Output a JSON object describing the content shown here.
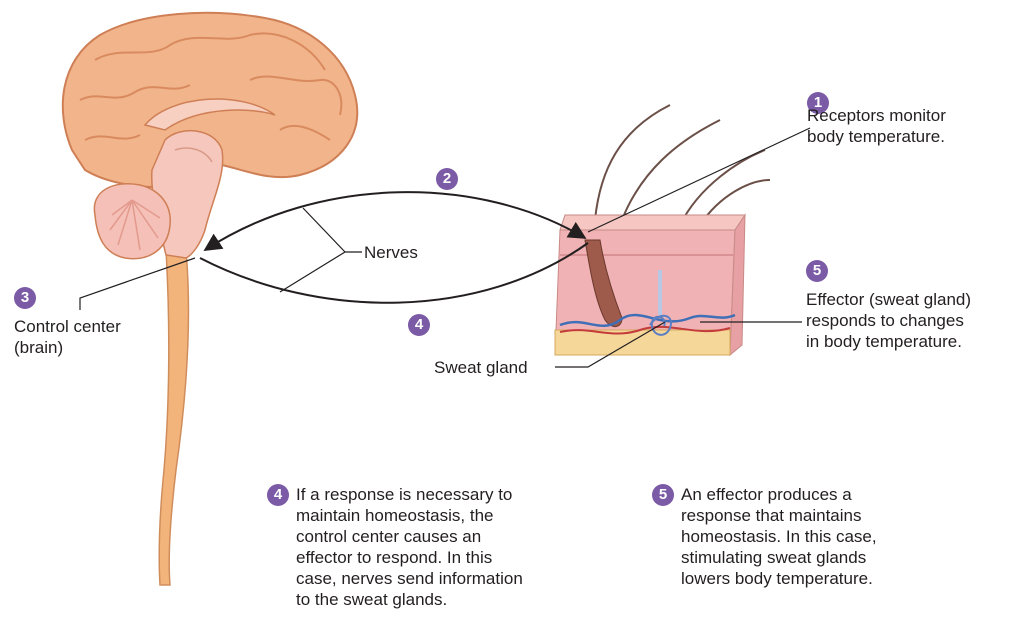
{
  "colors": {
    "badge": "#7b5aa6",
    "text": "#231f20",
    "brain": "#f2b48a",
    "brainstem": "#f6c7bc",
    "spinal_cord": "#f3b47c",
    "skin": "#f0b2b4"
  },
  "steps": {
    "s1": {
      "num": "1",
      "text": "Receptors monitor\nbody temperature."
    },
    "s2": {
      "num": "2"
    },
    "s3": {
      "num": "3",
      "text": "Control center\n(brain)"
    },
    "s4": {
      "num": "4",
      "text": "If a response is necessary to\nmaintain homeostasis, the\ncontrol center causes an\neffector to respond. In this\ncase, nerves send information\nto the sweat glands."
    },
    "s4_arrow": {
      "num": "4"
    },
    "s5": {
      "num": "5",
      "text": "Effector (sweat gland)\nresponds to changes\nin body temperature."
    },
    "s5_para": {
      "num": "5",
      "text": "An effector produces a\nresponse that maintains\nhomeostasis. In this case,\nstimulating sweat glands\nlowers body temperature."
    }
  },
  "labels": {
    "nerves": "Nerves",
    "sweat_gland": "Sweat gland"
  }
}
